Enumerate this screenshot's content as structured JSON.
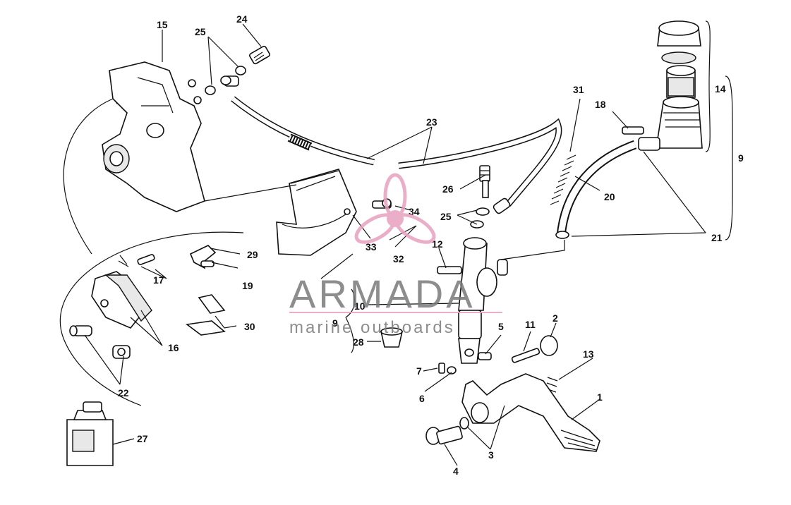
{
  "labels": {
    "l1": "1",
    "l2": "2",
    "l3": "3",
    "l4": "4",
    "l5": "5",
    "l6": "6",
    "l7": "7",
    "l9a": "9",
    "l9b": "9",
    "l10": "10",
    "l11": "11",
    "l12": "12",
    "l13": "13",
    "l14": "14",
    "l15": "15",
    "l16": "16",
    "l17": "17",
    "l18": "18",
    "l19": "19",
    "l20": "20",
    "l21": "21",
    "l22": "22",
    "l23": "23",
    "l24": "24",
    "l25a": "25",
    "l25b": "25",
    "l26": "26",
    "l27": "27",
    "l28": "28",
    "l29": "29",
    "l30": "30",
    "l31": "31",
    "l32": "32",
    "l33": "33",
    "l34": "34"
  },
  "watermark": {
    "brand": "ARMADA",
    "tagline": "marine outboards",
    "accent_color": "#e8a0bf",
    "text_color": "#7a7a7a"
  }
}
